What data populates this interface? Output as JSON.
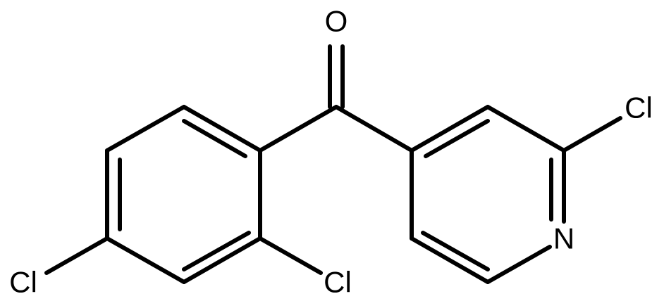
{
  "molecule": {
    "atoms": {
      "oxygen": "O",
      "pyridine_chlorine": "Cl",
      "pyridine_nitrogen": "N",
      "para_chlorine": "Cl",
      "ortho_chlorine": "Cl"
    },
    "colors": {
      "bond": "#000000",
      "label": "#000000",
      "background": "#ffffff"
    }
  }
}
